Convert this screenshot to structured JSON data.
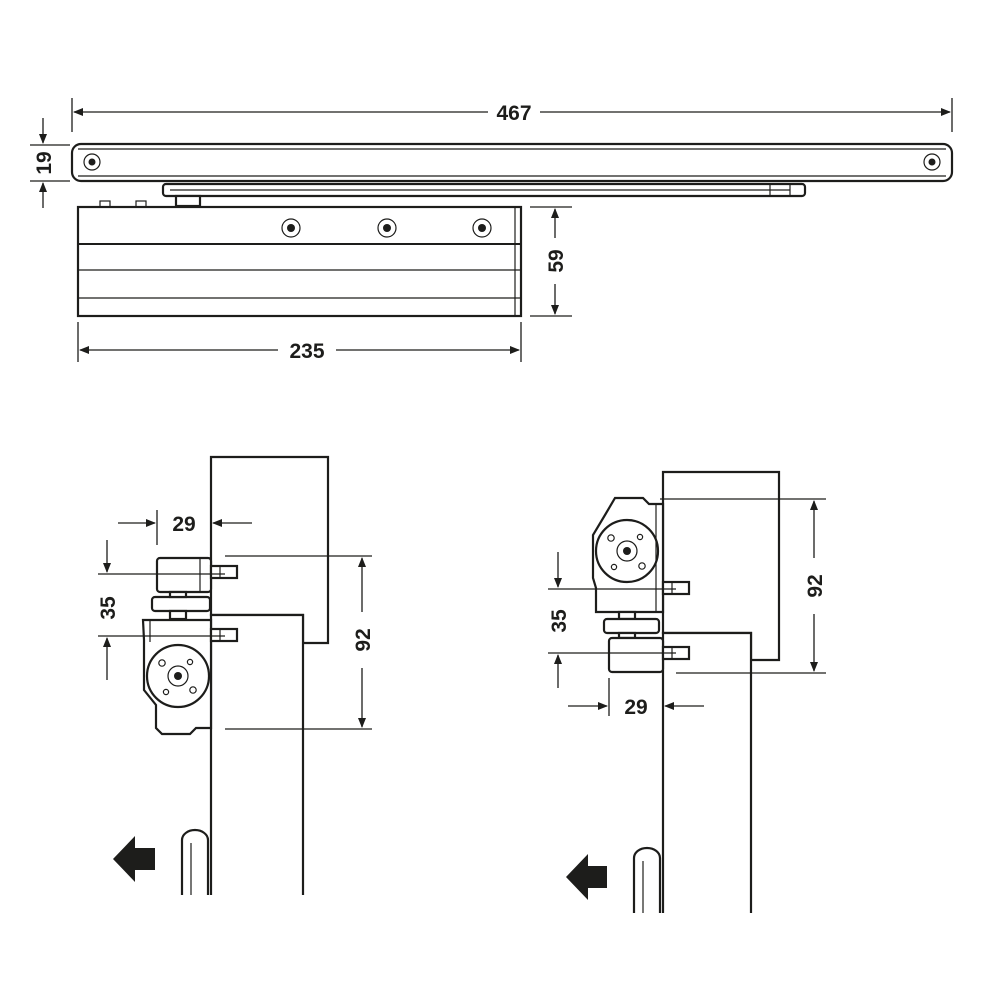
{
  "dimensions": {
    "arm_length": "467",
    "arm_height": "19",
    "body_height": "59",
    "body_length": "235",
    "left_offset": "29",
    "left_gap": "35",
    "left_depth": "92",
    "right_depth": "92",
    "right_gap": "35",
    "right_offset": "29"
  },
  "colors": {
    "line": "#1d1d1b",
    "background": "#ffffff"
  },
  "icons": {
    "left_arrow": "arrow-left-icon",
    "right_arrow": "arrow-left-icon"
  }
}
